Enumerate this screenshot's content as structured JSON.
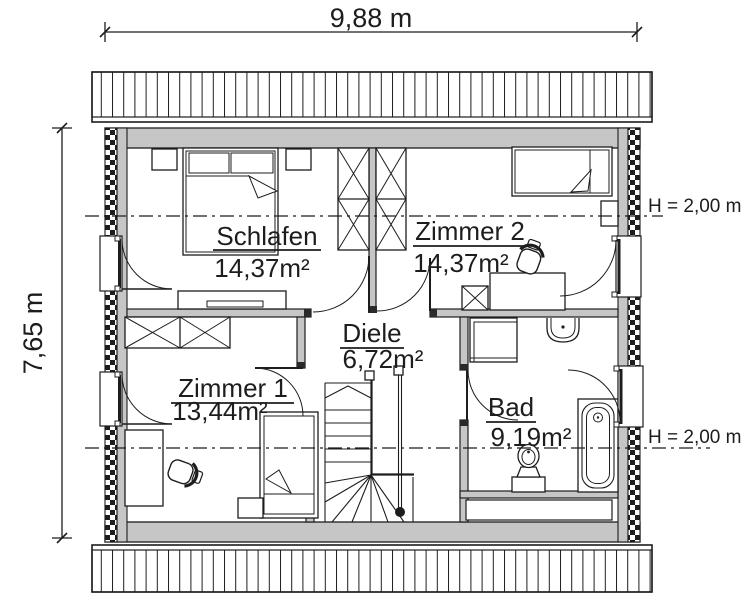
{
  "plan": {
    "type": "floor-plan",
    "dimensions": {
      "width_label": "9,88 m",
      "height_label": "7,65 m"
    },
    "height_markers": {
      "upper": "H = 2,00 m",
      "lower": "H = 2,00 m"
    },
    "rooms": {
      "schlafen": {
        "name": "Schlafen",
        "area": "14,37m²"
      },
      "zimmer2": {
        "name": "Zimmer 2",
        "area": "14,37m²"
      },
      "zimmer1": {
        "name": "Zimmer 1",
        "area": "13,44m²"
      },
      "diele": {
        "name": "Diele",
        "area": "6,72m²"
      },
      "bad": {
        "name": "Bad",
        "area": "9,19m²"
      }
    },
    "colors": {
      "wall_fill": "#c6c6c6",
      "line": "#1d1d1d",
      "background": "#ffffff"
    }
  }
}
